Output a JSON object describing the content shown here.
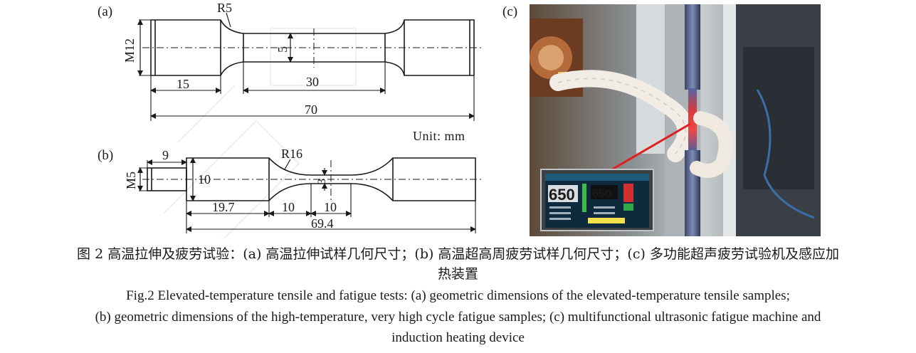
{
  "figure": {
    "panel_a": {
      "label": "(a)",
      "radius": "R5",
      "thread": "M12",
      "gauge_dia": "5",
      "grip_len": "15",
      "gauge_len": "30",
      "total_len": "70"
    },
    "panel_b": {
      "label": "(b)",
      "radius": "R16",
      "thread": "M5",
      "thread_len": "9",
      "grip_dia": "10",
      "gauge_dia": "3",
      "grip_len": "19.7",
      "trans_len": "10",
      "gauge_len": "10",
      "total_len": "69.4"
    },
    "unit": "Unit: mm",
    "panel_c": {
      "label": "(c)",
      "screen_value_1": "650",
      "screen_value_2": "650"
    }
  },
  "caption": {
    "cn_line1": "图 2 高温拉伸及疲劳试验：(a) 高温拉伸试样几何尺寸；(b) 高温超高周疲劳试样几何尺寸；(c) 多功能超声疲劳试验机及感应加",
    "cn_line2": "热装置",
    "en_line1": "Fig.2  Elevated-temperature tensile and fatigue tests: (a) geometric dimensions of the elevated-temperature tensile samples;",
    "en_line2": "(b) geometric dimensions of the high-temperature, very high cycle fatigue samples; (c) multifunctional ultrasonic fatigue machine and",
    "en_line3": "induction heating device"
  }
}
